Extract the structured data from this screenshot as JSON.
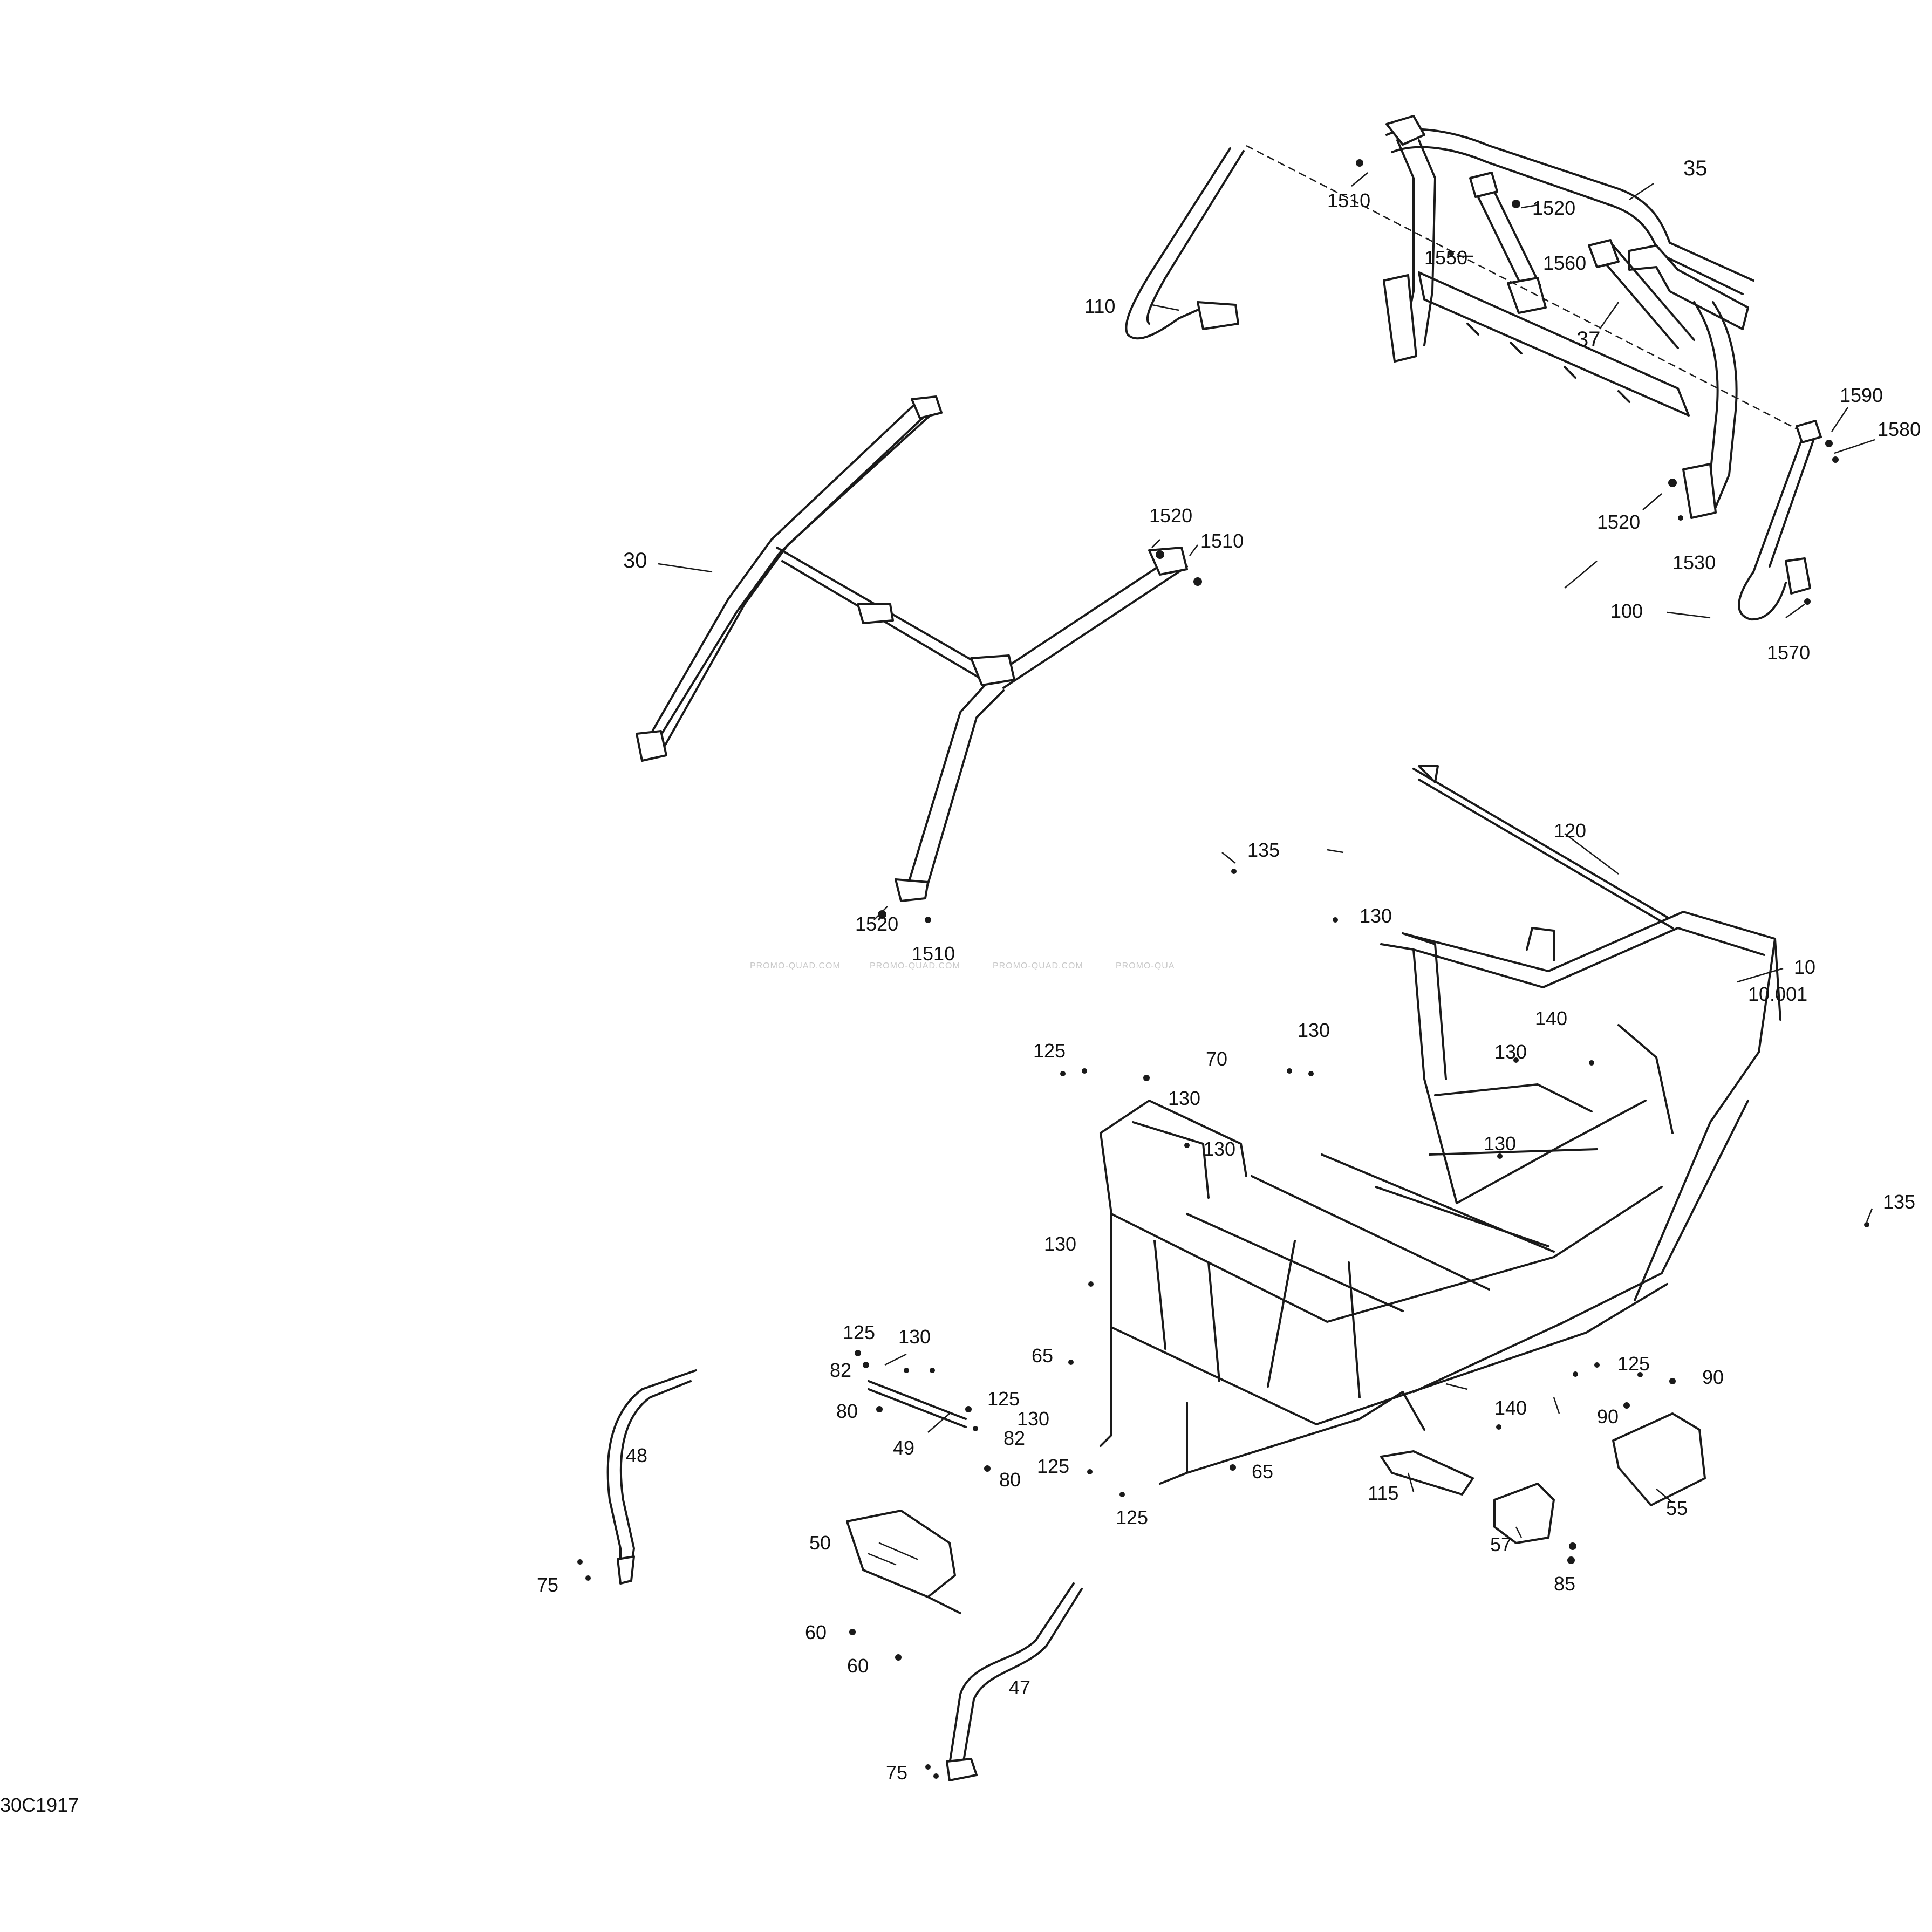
{
  "diagram_ref": "30C1917",
  "watermark": [
    "PROMO-QUAD.COM",
    "PROMO-QUAD.COM",
    "PROMO-QUAD.COM",
    "PROMO-QUA"
  ],
  "callouts": {
    "c35": "35",
    "c37": "37",
    "c1510a": "1510",
    "c1520a": "1520",
    "c1550": "1550",
    "c1560": "1560",
    "c110": "110",
    "c1590": "1590",
    "c1580": "1580",
    "c1520b": "1520",
    "c1530": "1530",
    "c100": "100",
    "c1570": "1570",
    "c30": "30",
    "c1520c": "1520",
    "c1510b": "1510",
    "c1520d": "1520",
    "c1510c": "1510",
    "c135a": "135",
    "c120": "120",
    "c130a": "130",
    "c10": "10",
    "c10001": "10.001",
    "c125a": "125",
    "c70": "70",
    "c130b": "130",
    "c140a": "140",
    "c130c": "130",
    "c130d": "130",
    "c130e": "130",
    "c130f": "130",
    "c135b": "135",
    "c130g": "130",
    "c125b": "125",
    "c130h": "130",
    "c82a": "82",
    "c65a": "65",
    "c80a": "80",
    "c49": "49",
    "c125c": "125",
    "c130i": "130",
    "c82b": "82",
    "c125d": "125",
    "c80b": "80",
    "c65b": "65",
    "c125e": "125",
    "c125f": "125",
    "c90a": "90",
    "c140b": "140",
    "c90b": "90",
    "c115": "115",
    "c55": "55",
    "c57": "57",
    "c85": "85",
    "c48": "48",
    "c50": "50",
    "c75a": "75",
    "c60a": "60",
    "c60b": "60",
    "c47": "47",
    "c75b": "75"
  }
}
